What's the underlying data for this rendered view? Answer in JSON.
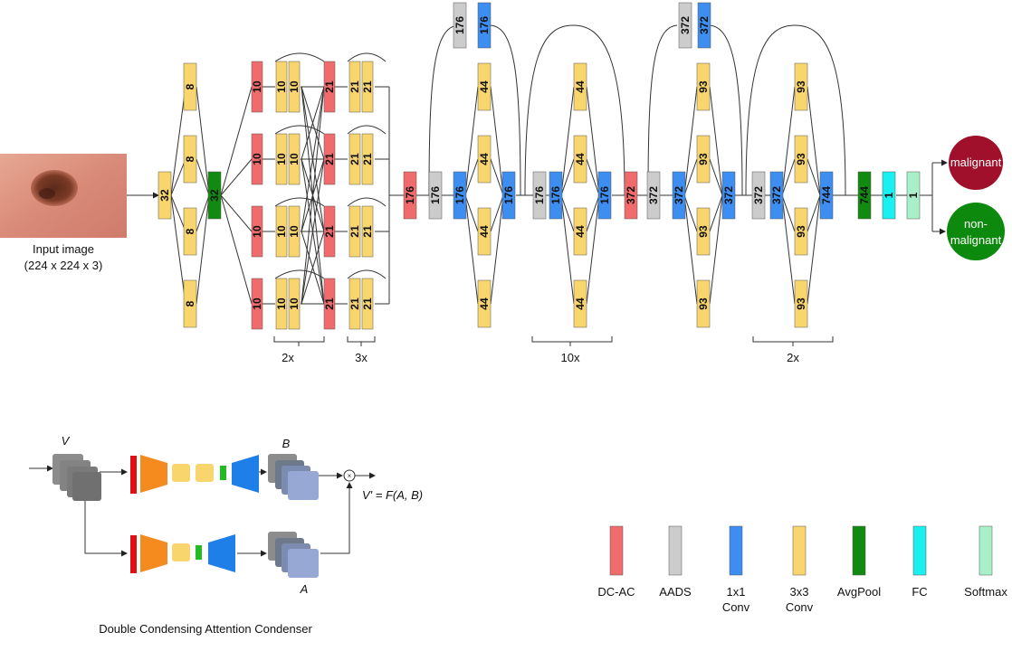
{
  "input": {
    "caption_line1": "Input image",
    "caption_line2": "(224 x 224 x 3)"
  },
  "outputs": {
    "malignant": "malignant",
    "non_malignant_line1": "non-",
    "non_malignant_line2": "malignant"
  },
  "multipliers": {
    "m2x_a": "2x",
    "m3x": "3x",
    "m10x": "10x",
    "m2x_b": "2x"
  },
  "dim_labels": {
    "c32": "32",
    "c8": "8",
    "c10": "10",
    "c21": "21",
    "c176": "176",
    "c44": "44",
    "c372": "372",
    "c93": "93",
    "c744": "744",
    "c1": "1"
  },
  "condenser": {
    "title": "Double Condensing Attention Condenser",
    "v": "V",
    "b": "B",
    "a": "A",
    "formula": "V' = F(A, B)"
  },
  "legend": [
    {
      "key": "dcac",
      "line1": "DC-AC",
      "line2": "",
      "color": "#f06b6b"
    },
    {
      "key": "aads",
      "line1": "AADS",
      "line2": "",
      "color": "#cccccc"
    },
    {
      "key": "conv1",
      "line1": "1x1",
      "line2": "Conv",
      "color": "#3d8ef0"
    },
    {
      "key": "conv3",
      "line1": "3x3",
      "line2": "Conv",
      "color": "#f9d56e"
    },
    {
      "key": "avgpool",
      "line1": "AvgPool",
      "line2": "",
      "color": "#118a11"
    },
    {
      "key": "fc",
      "line1": "FC",
      "line2": "",
      "color": "#19f0f0"
    },
    {
      "key": "softmax",
      "line1": "Softmax",
      "line2": "",
      "color": "#a9f0c8"
    }
  ],
  "colors": {
    "dcac": "#f06b6b",
    "aads": "#cccccc",
    "conv1": "#3d8ef0",
    "conv3": "#f9d56e",
    "avgpool": "#118a11",
    "fc": "#19f0f0",
    "softmax": "#a9f0c8",
    "malignant": "#a0102a",
    "nonmalignant": "#0d8a0d",
    "cond_red": "#e01010",
    "cond_orange": "#f58a1e",
    "cond_yellow": "#f9d56e",
    "cond_green": "#22bb22",
    "cond_blue": "#1f7fe8"
  }
}
